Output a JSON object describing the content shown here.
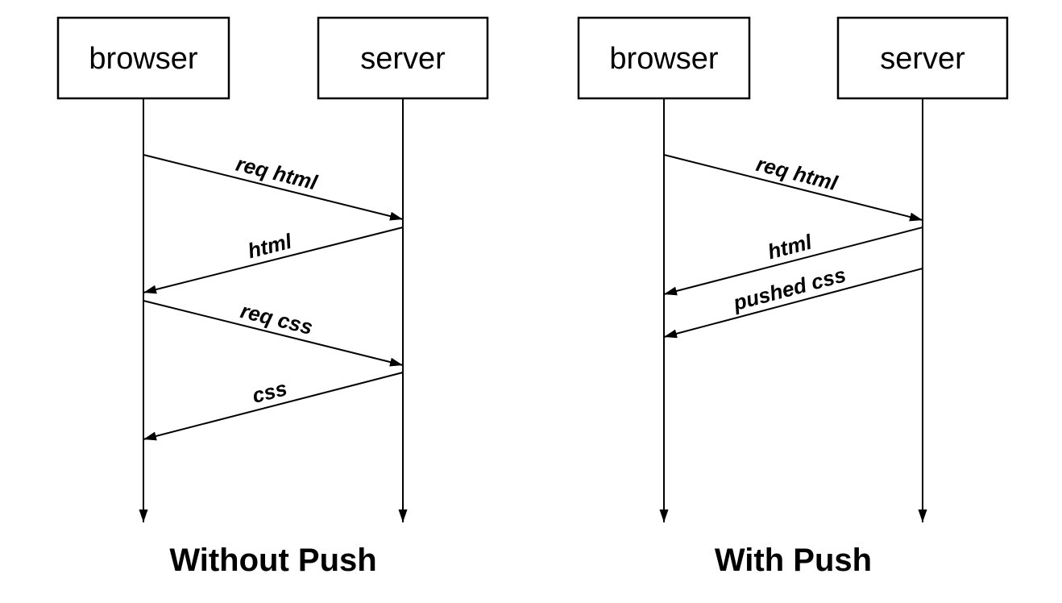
{
  "colors": {
    "line": "#000000",
    "text": "#000000",
    "background": "#ffffff"
  },
  "diagrams": [
    {
      "name": "without-push",
      "caption": "Without Push",
      "actors": [
        {
          "label": "browser"
        },
        {
          "label": "server"
        }
      ],
      "messages": [
        {
          "label": "req html",
          "from": "browser",
          "to": "server"
        },
        {
          "label": "html",
          "from": "server",
          "to": "browser"
        },
        {
          "label": "req css",
          "from": "browser",
          "to": "server"
        },
        {
          "label": "css",
          "from": "server",
          "to": "browser"
        }
      ]
    },
    {
      "name": "with-push",
      "caption": "With Push",
      "actors": [
        {
          "label": "browser"
        },
        {
          "label": "server"
        }
      ],
      "messages": [
        {
          "label": "req html",
          "from": "browser",
          "to": "server"
        },
        {
          "label": "html",
          "from": "server",
          "to": "browser"
        },
        {
          "label": "pushed css",
          "from": "server",
          "to": "browser"
        }
      ]
    }
  ]
}
